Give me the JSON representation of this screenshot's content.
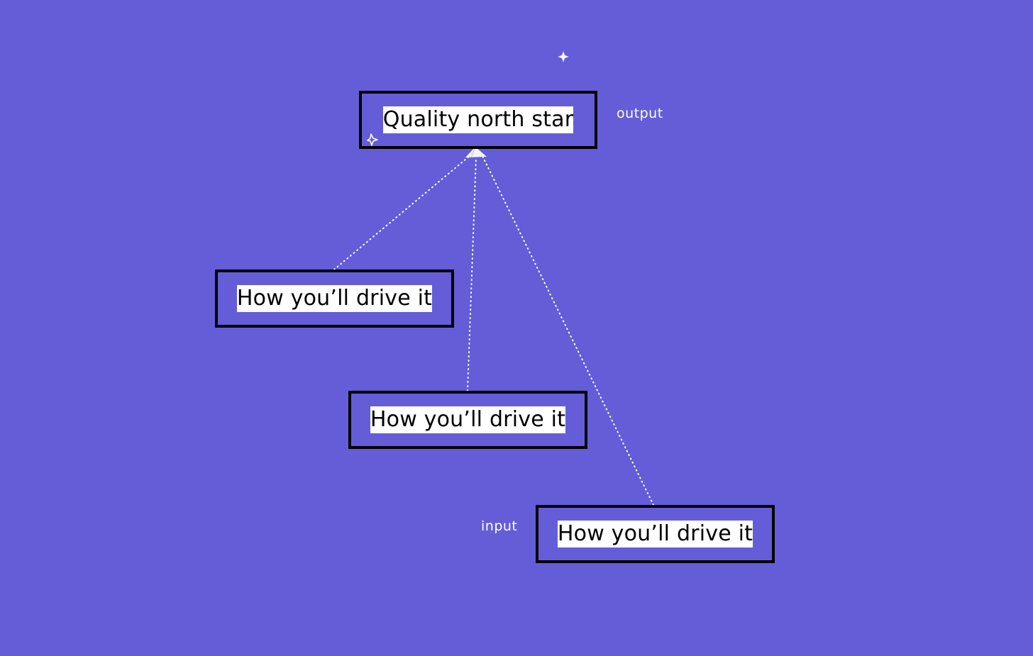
{
  "diagram": {
    "root": {
      "label": "Quality north star"
    },
    "drivers": [
      {
        "label": "How you’ll drive it"
      },
      {
        "label": "How you’ll drive it"
      },
      {
        "label": "How you’ll drive it"
      }
    ],
    "annotations": {
      "output": "output",
      "input": "input"
    }
  },
  "colors": {
    "background": "#645dd7",
    "box_border": "#000000",
    "label_background": "#ffffff",
    "connector": "#ffffff",
    "annotation_text": "#ffffff"
  },
  "icons": [
    "sparkle-icon",
    "arrowhead-icon"
  ]
}
